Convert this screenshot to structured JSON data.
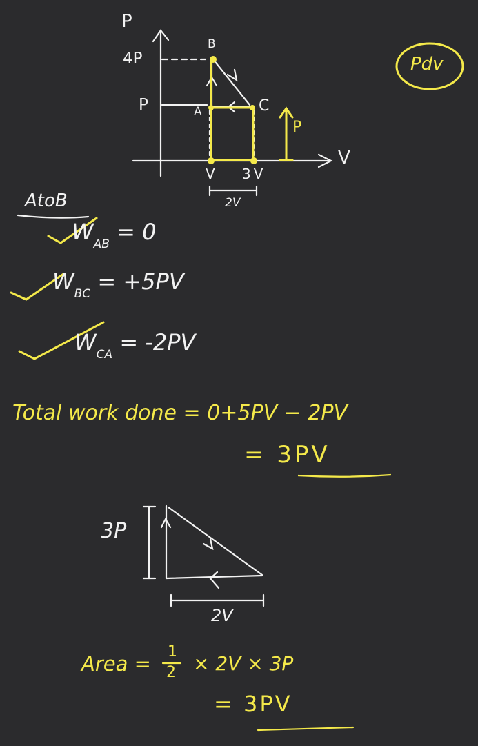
{
  "graph": {
    "p_axis": "P",
    "v_axis": "V",
    "tick_4p": "4P",
    "tick_p": "P",
    "point_a": "A",
    "point_b": "B",
    "point_c": "C",
    "tick_v": "V",
    "tick_3v": "3V",
    "width_2v": "2V",
    "height_p": "P",
    "pdv_note": "Pdv"
  },
  "notes": {
    "a_to_b": "AtoB",
    "w_ab": "W",
    "w_ab_sub": "AB",
    "w_ab_val": "= 0",
    "w_bc": "W",
    "w_bc_sub": "BC",
    "w_bc_val": "= +5PV",
    "w_ca": "W",
    "w_ca_sub": "CA",
    "w_ca_val": "= -2PV",
    "total_line": "Total work done = 0+5PV − 2PV",
    "total_result": "= 3PV"
  },
  "triangle": {
    "height_label": "3P",
    "base_label": "2V"
  },
  "area": {
    "lhs": "Area =",
    "frac_num": "1",
    "frac_den": "2",
    "rhs": "× 2V × 3P",
    "result": "= 3PV"
  },
  "colors": {
    "background": "#2b2b2d",
    "white_ink": "#f2f2f2",
    "yellow_ink": "#f4e94a"
  }
}
